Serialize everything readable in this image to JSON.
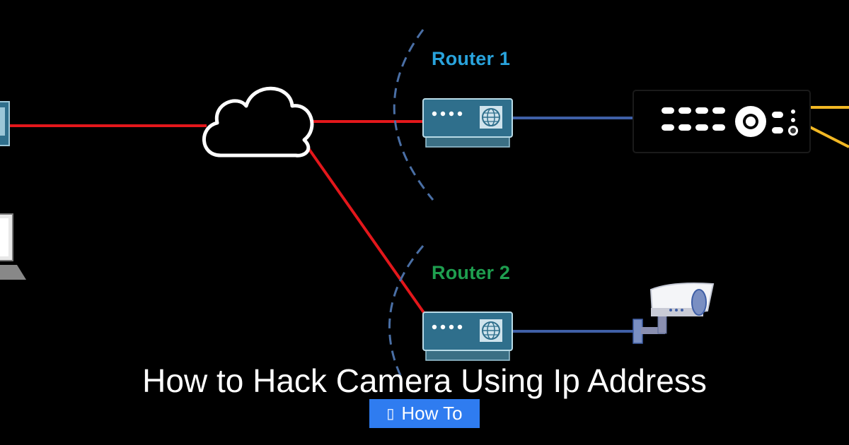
{
  "diagram": {
    "router_1_label": "Router 1",
    "router_2_label": "Router 2",
    "colors": {
      "background": "#000000",
      "internet_link": "#e3171b",
      "lan_link": "#3f5fa6",
      "dvr_link": "#f2b824",
      "router_1_label": "#29a3dc",
      "router_2_label": "#1e9e4f",
      "router_body": "#2f6f8c",
      "wifi_arc": "#4a6fa5"
    },
    "icons": [
      "monitor-icon",
      "laptop-icon",
      "cloud-icon",
      "router-icon",
      "dvr-icon",
      "security-camera-icon",
      "globe-icon"
    ]
  },
  "title": "How to Hack Camera Using Ip Address",
  "category": {
    "label": "How To",
    "icon": "folder-icon",
    "color": "#2f7cf0"
  }
}
